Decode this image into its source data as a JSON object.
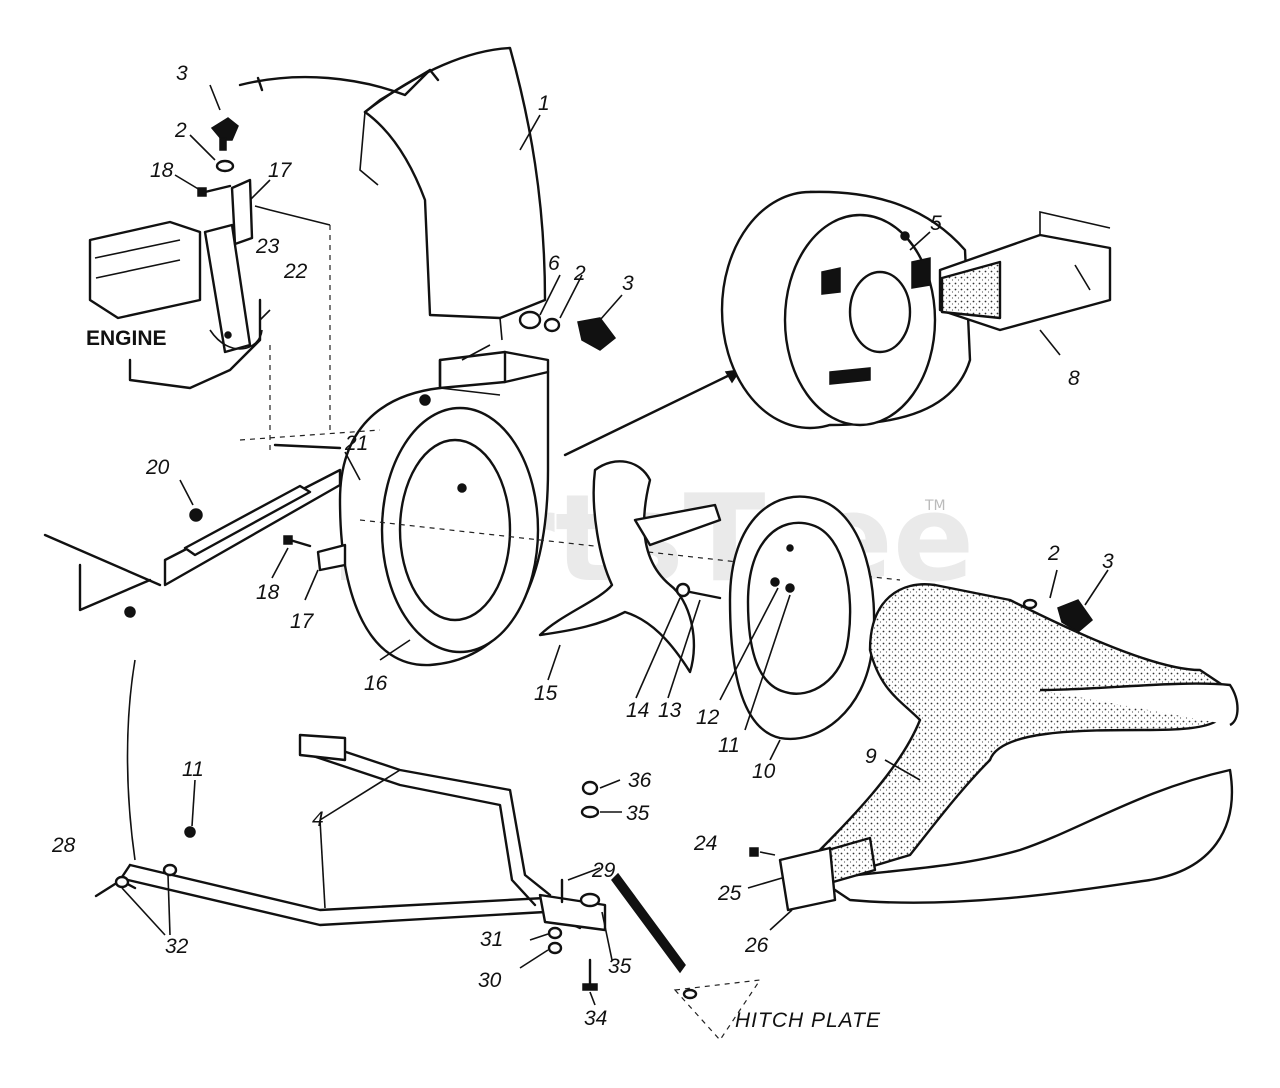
{
  "diagram": {
    "captions": {
      "engine": "ENGINE",
      "hitch_plate": "HITCH PLATE"
    },
    "watermark": {
      "text": "PartsTree",
      "tm": "TM"
    },
    "callouts": [
      "1",
      "2",
      "3",
      "4",
      "5",
      "6",
      "8",
      "9",
      "10",
      "11",
      "12",
      "13",
      "14",
      "15",
      "16",
      "17",
      "18",
      "20",
      "21",
      "22",
      "23",
      "24",
      "25",
      "26",
      "28",
      "29",
      "30",
      "31",
      "32",
      "34",
      "35",
      "36"
    ]
  }
}
